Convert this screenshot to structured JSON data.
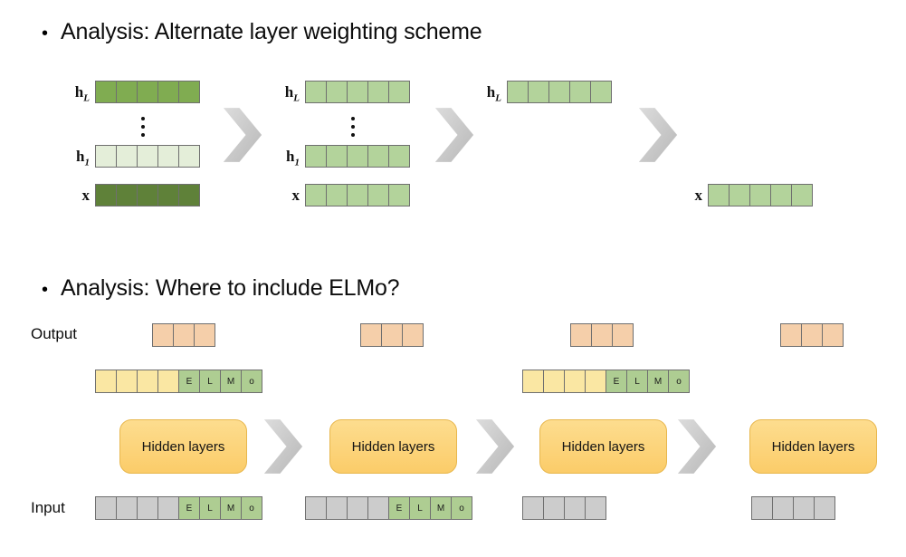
{
  "slide": {
    "bullets": [
      {
        "marker": "•",
        "text": "Analysis: Alternate layer weighting scheme"
      },
      {
        "marker": "•",
        "text": "Analysis: Where to include ELMo?"
      }
    ]
  },
  "colors": {
    "green_dark_hL": "#80ac51",
    "green_pale_h1": "#e4eed9",
    "green_darkest_x": "#5f8139",
    "green_uniform": "#b3d39b",
    "peach_output": "#f5cfaa",
    "yellow_embedding": "#fae7a3",
    "green_elmo": "#aecd92",
    "gray_input": "#cccccc",
    "amber_hidden": "#fcd379",
    "chevron_gray": "#c4c4c4",
    "cell_border": "#6f6f6f",
    "text": "#0d0d0d"
  },
  "section_top": {
    "label_hL": "h",
    "label_hL_sub": "L",
    "label_h1": "h",
    "label_h1_sub": "1",
    "label_x": "x",
    "groups": [
      {
        "name": "group-1",
        "rows": [
          {
            "key": "hL",
            "cells": 5,
            "fill": "#80ac51"
          },
          {
            "key": "dots",
            "cells": 0,
            "fill": ""
          },
          {
            "key": "h1",
            "cells": 5,
            "fill": "#e4eed9"
          },
          {
            "key": "x",
            "cells": 5,
            "fill": "#5f8139"
          }
        ]
      },
      {
        "name": "group-2",
        "rows": [
          {
            "key": "hL",
            "cells": 5,
            "fill": "#b3d39b"
          },
          {
            "key": "dots",
            "cells": 0,
            "fill": ""
          },
          {
            "key": "h1",
            "cells": 5,
            "fill": "#b3d39b"
          },
          {
            "key": "x",
            "cells": 5,
            "fill": "#b3d39b"
          }
        ]
      },
      {
        "name": "group-3",
        "rows": [
          {
            "key": "hL",
            "cells": 5,
            "fill": "#b3d39b"
          }
        ]
      },
      {
        "name": "group-4",
        "rows": [
          {
            "key": "x",
            "cells": 5,
            "fill": "#b3d39b"
          }
        ]
      }
    ],
    "chevron_count": 3
  },
  "section_bottom": {
    "output_label": "Output",
    "input_label": "Input",
    "hidden_label": "Hidden layers",
    "elmo_letters": [
      "E",
      "L",
      "M",
      "o"
    ],
    "chevron_count": 3,
    "columns": [
      {
        "name": "column-1",
        "output_cells": 3,
        "embedding_row": {
          "present": true,
          "plain_cells": 4,
          "elmo": true
        },
        "hidden": true,
        "input_row": {
          "present": true,
          "plain_cells": 4,
          "elmo": true
        }
      },
      {
        "name": "column-2",
        "output_cells": 3,
        "embedding_row": {
          "present": false,
          "plain_cells": 0,
          "elmo": false
        },
        "hidden": true,
        "input_row": {
          "present": true,
          "plain_cells": 4,
          "elmo": true
        }
      },
      {
        "name": "column-3",
        "output_cells": 3,
        "embedding_row": {
          "present": true,
          "plain_cells": 4,
          "elmo": true
        },
        "hidden": true,
        "input_row": {
          "present": true,
          "plain_cells": 4,
          "elmo": false
        }
      },
      {
        "name": "column-4",
        "output_cells": 3,
        "embedding_row": {
          "present": false,
          "plain_cells": 0,
          "elmo": false
        },
        "hidden": true,
        "input_row": {
          "present": true,
          "plain_cells": 4,
          "elmo": false
        }
      }
    ]
  }
}
